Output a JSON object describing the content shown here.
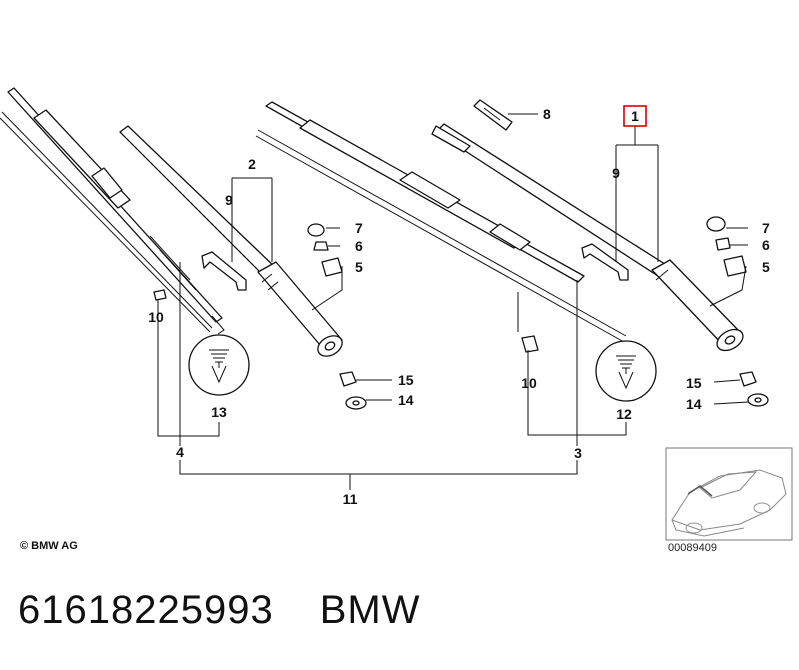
{
  "callouts": {
    "c1": "1",
    "c2": "2",
    "c3": "3",
    "c4": "4",
    "c5a": "5",
    "c5b": "5",
    "c6a": "6",
    "c6b": "6",
    "c7a": "7",
    "c7b": "7",
    "c8": "8",
    "c9a": "9",
    "c9b": "9",
    "c10a": "10",
    "c10b": "10",
    "c11": "11",
    "c12": "12",
    "c13": "13",
    "c14a": "14",
    "c14b": "14",
    "c15a": "15",
    "c15b": "15"
  },
  "highlighted_callout": "1",
  "highlight_color": "#dd0000",
  "copyright": "© BMW AG",
  "thumbnail_code": "00089409",
  "part_number": "61618225993",
  "brand": "BMW"
}
